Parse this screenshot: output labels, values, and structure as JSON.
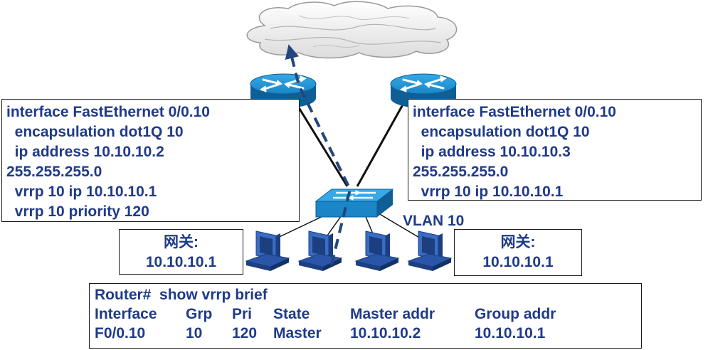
{
  "left_config": {
    "lines": [
      "interface FastEthernet 0/0.10",
      "  encapsulation dot1Q 10",
      "  ip address 10.10.10.2",
      "255.255.255.0",
      "  vrrp 10 ip 10.10.10.1",
      "  vrrp 10 priority 120"
    ]
  },
  "right_config": {
    "lines": [
      "interface FastEthernet 0/0.10",
      "  encapsulation dot1Q 10",
      "  ip address 10.10.10.3",
      "255.255.255.0",
      "  vrrp 10 ip 10.10.10.1"
    ]
  },
  "vlan_label": "VLAN 10",
  "gateway_left": {
    "title": "网关:",
    "ip": "10.10.10.1"
  },
  "gateway_right": {
    "title": "网关:",
    "ip": "10.10.10.1"
  },
  "vrrp_output": {
    "command_line": "Router#  show vrrp brief",
    "headers": [
      "Interface",
      "Grp",
      "Pri",
      "State",
      "Master addr",
      "Group addr"
    ],
    "row": [
      "F0/0.10",
      "10",
      "120",
      "Master",
      "10.10.10.2",
      "10.10.10.1"
    ]
  },
  "colors": {
    "text": "#1f3a8a",
    "device_blue": "#1e8fd0",
    "device_dark": "#0f5f96",
    "pc_blue": "#2a55a8",
    "path": "#24467e"
  },
  "icons": {
    "cloud": "internet-cloud",
    "routers": "router-icon",
    "switch": "switch-icon",
    "hosts": "pc-icon"
  }
}
